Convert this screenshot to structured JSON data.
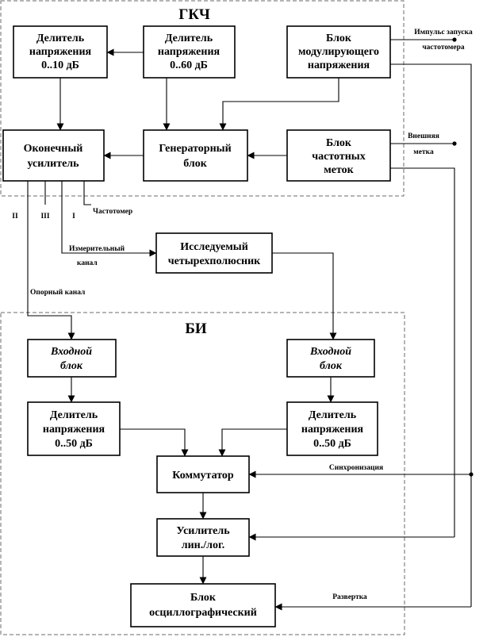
{
  "groups": {
    "gkch_title": "ГКЧ",
    "bi_title": "БИ"
  },
  "blocks": {
    "divider_10": [
      "Делитель",
      "напряжения",
      "0..10 дБ"
    ],
    "divider_60": [
      "Делитель",
      "напряжения",
      "0..60 дБ"
    ],
    "modulating": [
      "Блок",
      "модулирующего",
      "напряжения"
    ],
    "output_amp": [
      "Оконечный",
      "усилитель"
    ],
    "generator": [
      "Генераторный",
      "блок"
    ],
    "freq_marks": [
      "Блок",
      "частотных",
      "меток"
    ],
    "dut": [
      "Исследуемый",
      "четырехполюсник"
    ],
    "input_left": [
      "Входной",
      "блок"
    ],
    "input_right": [
      "Входной",
      "блок"
    ],
    "divider_50_left": [
      "Делитель",
      "напряжения",
      "0..50 дБ"
    ],
    "divider_50_right": [
      "Делитель",
      "напряжения",
      "0..50 дБ"
    ],
    "commutator": [
      "Коммутатор"
    ],
    "amplifier": [
      "Усилитель",
      "лин./лог."
    ],
    "oscillograph": [
      "Блок",
      "осциллографический"
    ]
  },
  "labels": {
    "trigger_pulse": [
      "Импульс запуска",
      "частотомера"
    ],
    "external_mark": [
      "Внешняя",
      "метка"
    ],
    "frequency_meter": "Частотомер",
    "port_II": "II",
    "port_III": "III",
    "port_I": "I",
    "measuring_channel": [
      "Измерительный",
      "канал"
    ],
    "reference_channel": "Опорный канал",
    "sync": "Синхронизация",
    "sweep": "Развертка"
  }
}
